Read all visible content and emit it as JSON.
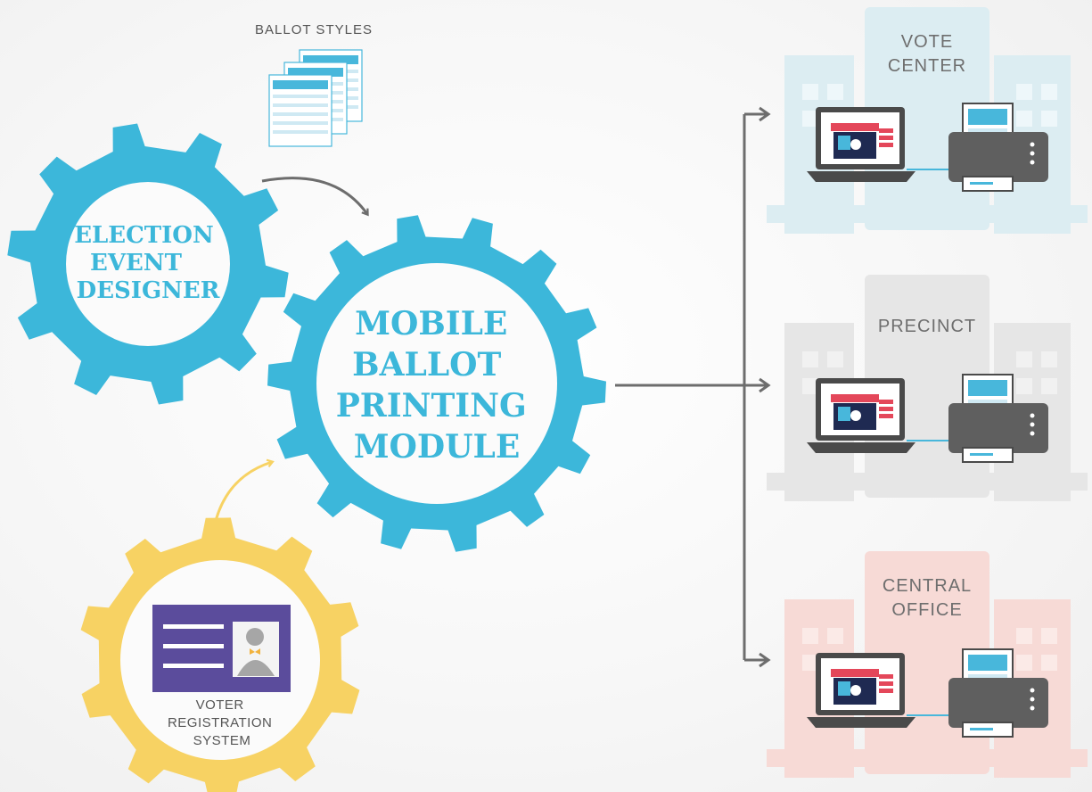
{
  "ballot_styles": {
    "label": "BALLOT STYLES"
  },
  "gears": {
    "designer": {
      "lines": [
        "ELECTION",
        "EVENT",
        "DESIGNER"
      ]
    },
    "module": {
      "lines": [
        "MOBILE",
        "BALLOT",
        "PRINTING",
        "MODULE"
      ]
    },
    "voter": {
      "lines": [
        "VOTER",
        "REGISTRATION",
        "SYSTEM"
      ]
    }
  },
  "locations": [
    {
      "lines": [
        "VOTE",
        "CENTER"
      ]
    },
    {
      "lines": [
        "PRECINCT"
      ]
    },
    {
      "lines": [
        "CENTRAL",
        "OFFICE"
      ]
    }
  ],
  "colors": {
    "blue_gear": "#3cb7da",
    "yellow_gear": "#f7d263",
    "label_blue": "#3cb7da",
    "label_gray": "#6e6e6e",
    "arrow_gray": "#6d6d6d",
    "arrow_yellow": "#f7d263",
    "building_blue": "#dcedf2",
    "building_gray": "#e6e6e6",
    "building_pink": "#f7dad6",
    "id_card": "#5b4c9c",
    "laptop": "#4a4a4a",
    "printer": "#5f5f5f",
    "screen_red": "#e4475a",
    "screen_navy": "#1f2a52",
    "screen_blue": "#48b7db"
  }
}
